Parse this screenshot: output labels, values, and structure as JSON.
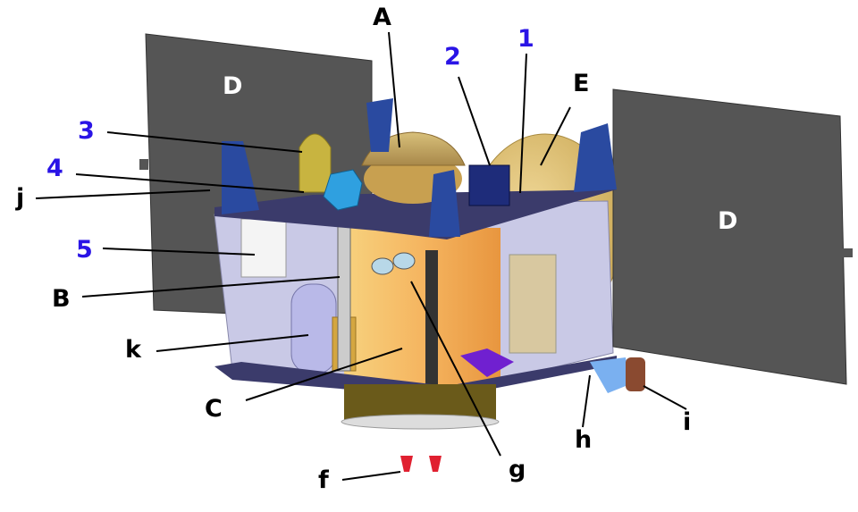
{
  "title": "Spacecraft component diagram",
  "colors": {
    "label_black": "#000000",
    "label_blue": "#2a14e6",
    "panel": "#555555",
    "body": "#c9c9e6",
    "deck": "#3b3b6b",
    "cylinder": "#f3b55e",
    "dish": "#d9b86a"
  },
  "labels": {
    "A": "A",
    "B": "B",
    "C": "C",
    "D1": "D",
    "D2": "D",
    "E": "E",
    "f": "f",
    "g": "g",
    "h": "h",
    "i": "i",
    "j": "j",
    "k": "k",
    "n1": "1",
    "n2": "2",
    "n3": "3",
    "n4": "4",
    "n5": "5"
  }
}
